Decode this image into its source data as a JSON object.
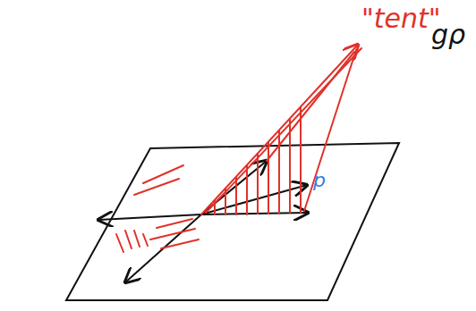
{
  "diagram": {
    "labels": [
      "\"tent\"",
      "p",
      "gρ"
    ]
  }
}
